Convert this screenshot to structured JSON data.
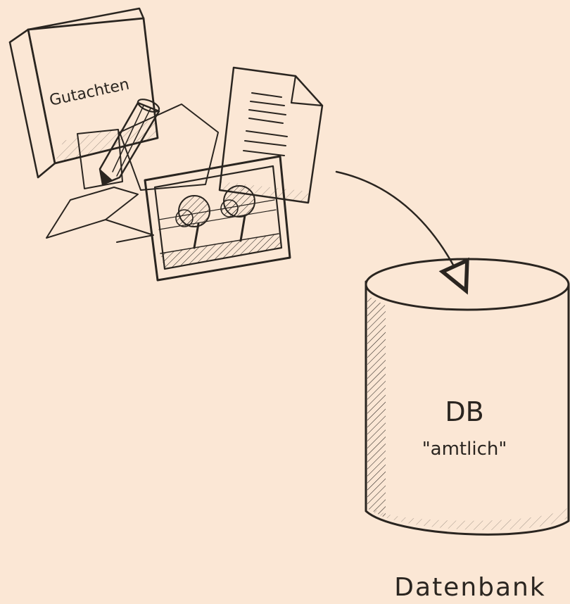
{
  "book": {
    "label": "Gutachten"
  },
  "database": {
    "label": "DB",
    "sublabel": "\"amtlich\"",
    "caption": "Datenbank"
  },
  "colors": {
    "background": "#fbe7d5",
    "ink": "#2a2520",
    "book_cover": "#f2dcc8",
    "paper": "#fdf0e4"
  },
  "icons": [
    "book-icon",
    "pencil-icon",
    "folded-paper-icon",
    "document-icon",
    "photo-icon",
    "arrow-icon",
    "database-icon"
  ]
}
